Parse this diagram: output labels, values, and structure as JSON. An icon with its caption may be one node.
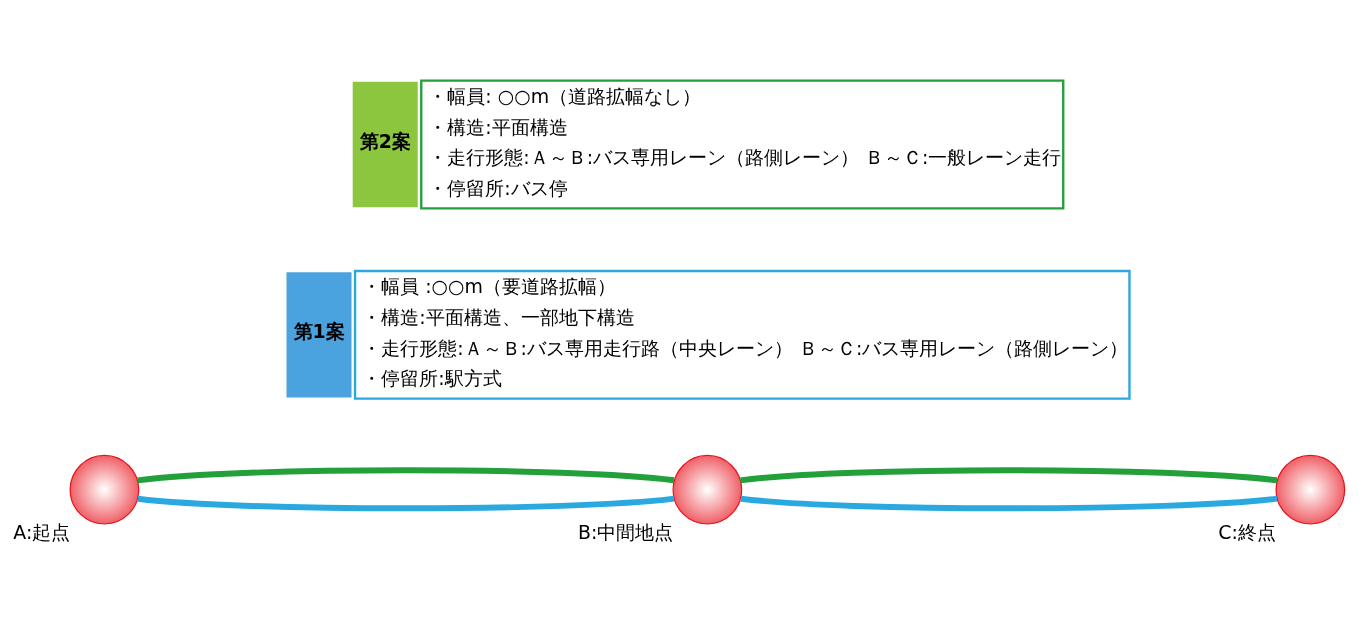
{
  "diagram": {
    "nodes": [
      {
        "text": [],
        "shape": "circle",
        "beside": [
          "A:起点"
        ]
      },
      {
        "text": [],
        "shape": "circle",
        "beside": [
          "B:中間地点"
        ]
      },
      {
        "text": [],
        "shape": "circle",
        "beside": [
          "C:終点"
        ]
      },
      {
        "text": [
          "第1案",
          "・幅員 :○○m（要道路拡幅）",
          "・構造:平面構造、一部地下構造",
          "・走行形態:Ａ～Ｂ:バス専用走行路（中央レーン） Ｂ～Ｃ:バス専用レーン（路側レーン）",
          "・停留所:駅方式"
        ]
      },
      {
        "text": [
          "第2案",
          "・幅員: ○○m（道路拡幅なし）",
          "・構造:平面構造",
          "・走行形態:Ａ～Ｂ:バス専用レーン（路側レーン） Ｂ～Ｃ:一般レーン走行",
          "・停留所:バス停"
        ]
      }
    ],
    "edges": [
      {
        "from": 0,
        "to": 1,
        "arrow": "none",
        "color": "#2aa8e0"
      },
      {
        "from": 1,
        "to": 2,
        "arrow": "none",
        "color": "#2aa8e0"
      },
      {
        "from": 0,
        "to": 1,
        "arrow": "none",
        "color": "#22a03a"
      },
      {
        "from": 1,
        "to": 2,
        "arrow": "none",
        "color": "#22a03a"
      }
    ]
  }
}
